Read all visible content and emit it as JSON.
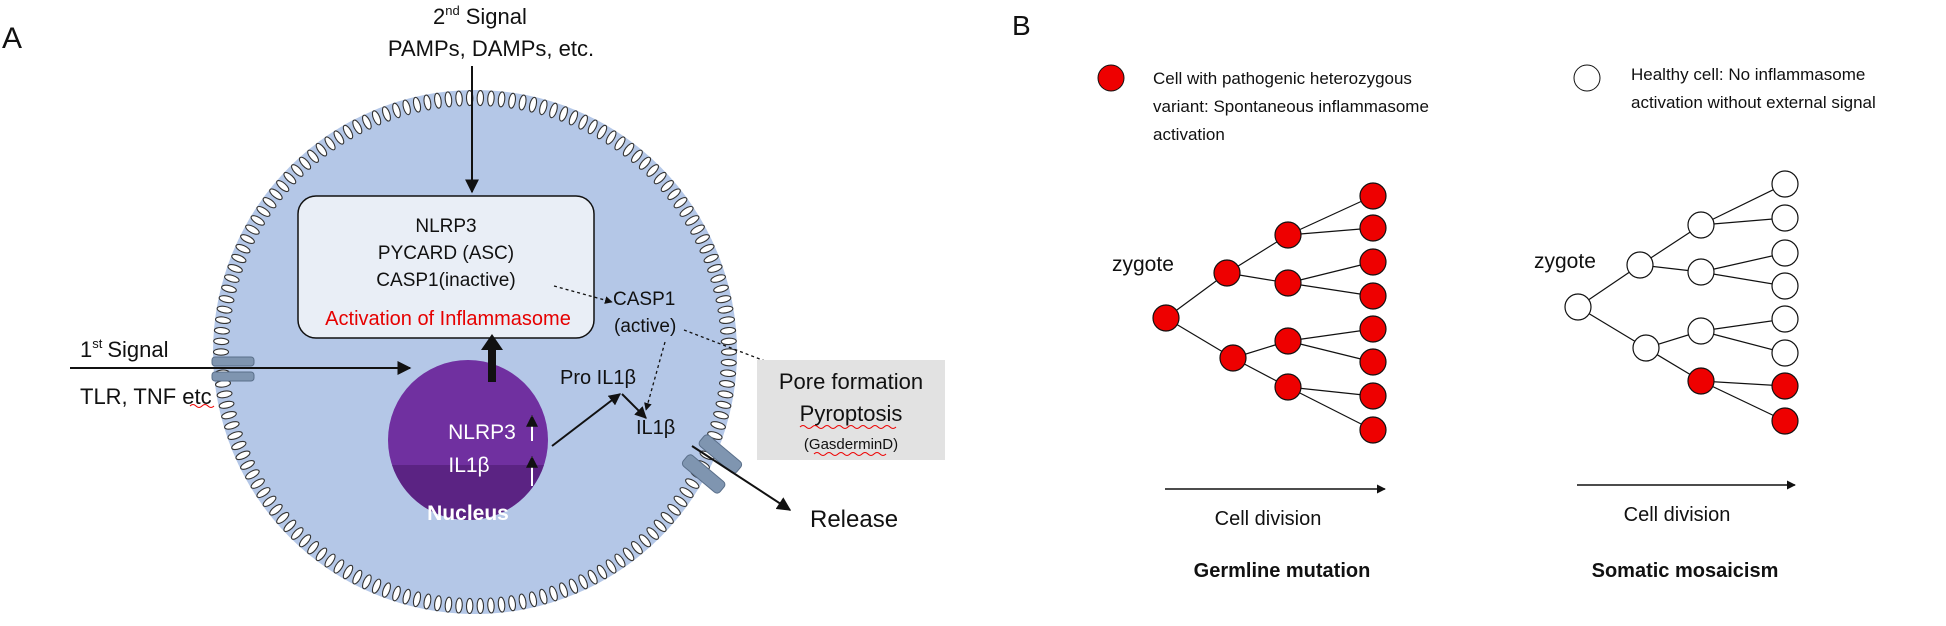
{
  "panel_a": {
    "label": "A",
    "second_signal": {
      "superscript": "nd",
      "number": "2",
      "word": "Signal",
      "agents": "PAMPs, DAMPs, etc."
    },
    "first_signal": {
      "number": "1",
      "superscript": "st",
      "word": "Signal",
      "receptors": "TLR, TNF etc"
    },
    "inflammasome": {
      "lines": [
        "NLRP3",
        "PYCARD (ASC)",
        "CASP1(inactive)"
      ],
      "activation": "Activation of Inflammasome"
    },
    "casp1_active": [
      "CASP1",
      "(active)"
    ],
    "pro_il1b": "Pro IL1β",
    "il1b": "IL1β",
    "nucleus": {
      "genes": [
        "NLRP3",
        "IL1β"
      ],
      "label": "Nucleus"
    },
    "pyroptosis_box": {
      "lines": [
        "Pore formation",
        "Pyroptosis"
      ],
      "protein": "(GasderminD)"
    },
    "release": "Release",
    "colors": {
      "cytoplasm": "#b4c7e7",
      "nucleus": "#7030a0",
      "activation_text": "#e60000",
      "gray_box": "#e2e2e2",
      "channel": "#7f95b0"
    }
  },
  "panel_b": {
    "label": "B",
    "legend": {
      "red": {
        "lines": [
          "Cell with pathogenic heterozygous",
          "variant: Spontaneous inflammasome",
          "activation"
        ]
      },
      "white": {
        "lines": [
          "Healthy cell: No inflammasome",
          "activation without external signal"
        ]
      }
    },
    "germline": {
      "root_label": "zygote",
      "axis_label": "Cell division",
      "title": "Germline mutation"
    },
    "somatic": {
      "root_label": "zygote",
      "axis_label": "Cell division",
      "title": "Somatic mosaicism"
    },
    "colors": {
      "mutant": "#ee0000",
      "healthy": "#ffffff"
    }
  }
}
